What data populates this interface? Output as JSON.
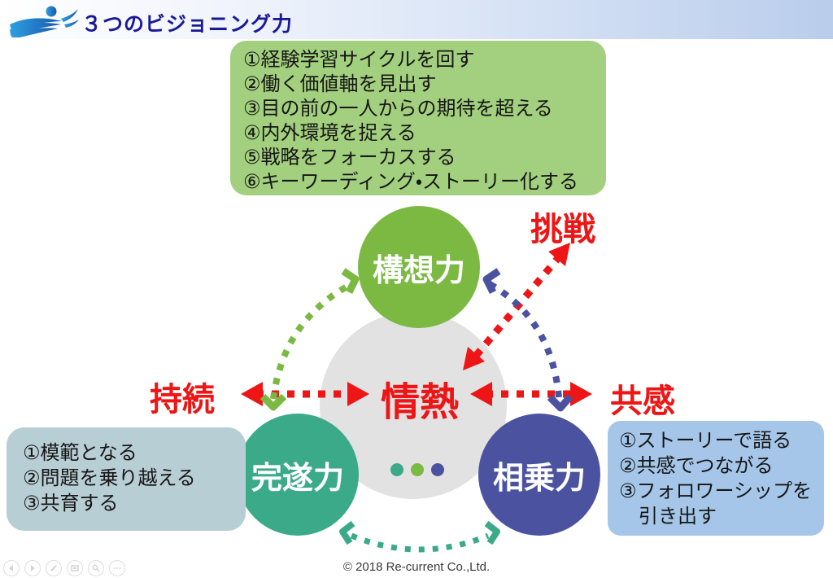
{
  "header": {
    "title": "３つのビジョニング力"
  },
  "top_box": {
    "lines": [
      "①経験学習サイクルを回す",
      "②働く価値軸を見出す",
      "③目の前の一人からの期待を超える",
      "④内外環境を捉える",
      "⑤戦略をフォーカスする",
      "⑥キーワーディング・ストーリー化する"
    ]
  },
  "circles": {
    "top": {
      "label": "構想力"
    },
    "left": {
      "label": "完遂力"
    },
    "right": {
      "label": "相乗力"
    },
    "center": {
      "label": "情熱"
    }
  },
  "keywords": {
    "challenge": "挑戦",
    "sustain": "持続",
    "empathy": "共感"
  },
  "left_box": {
    "lines": [
      "①模範となる",
      "②問題を乗り越える",
      "③共育する"
    ]
  },
  "right_box": {
    "lines": [
      "①ストーリーで語る",
      "②共感でつながる",
      "③フォロワーシップを",
      "　引き出す"
    ]
  },
  "footer": {
    "copyright": "© 2018 Re-current Co.,Ltd."
  },
  "colors": {
    "title_blue": "#1a1a99",
    "top_box_green": "#a3d07e",
    "vision_green": "#7cb943",
    "completion_teal": "#3baa89",
    "synergy_navy": "#4b53a1",
    "center_gray": "#e2e2e2",
    "passion_red": "#ed1515",
    "left_box_teal_gray": "#b8ced5",
    "right_box_blue": "#a5c6e9"
  },
  "controls": {
    "icons": [
      "prev",
      "next",
      "pen",
      "slides",
      "zoom",
      "more"
    ]
  }
}
